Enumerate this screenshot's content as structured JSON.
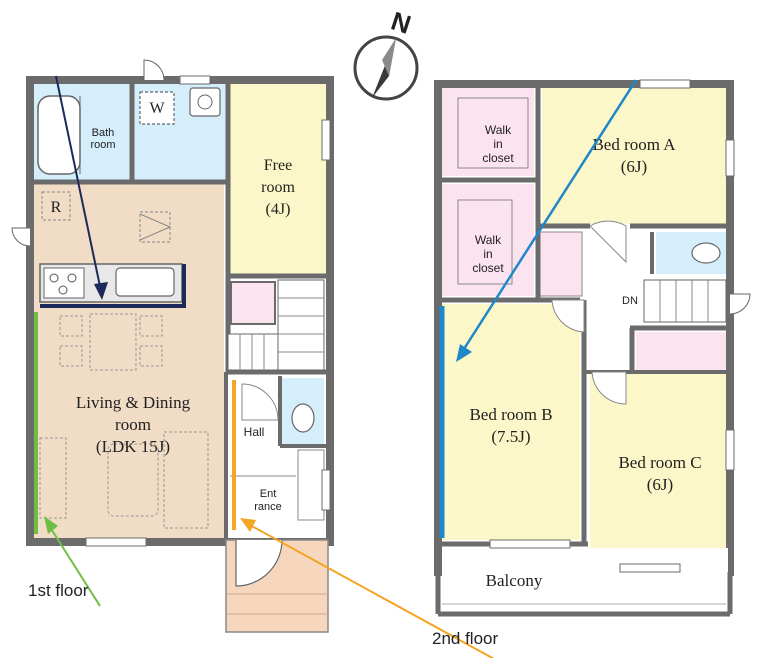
{
  "compass": {
    "label": "N"
  },
  "floor1": {
    "caption": "1st floor",
    "rooms": {
      "bath_line1": "Bath",
      "bath_line2": "room",
      "washer": "W",
      "fridge": "R",
      "free_line1": "Free",
      "free_line2": "room",
      "free_line3": "(4J)",
      "ldk_line1": "Living & Dining",
      "ldk_line2": "room",
      "ldk_line3": "(LDK 15J)",
      "hall": "Hall",
      "entrance_line1": "Ent",
      "entrance_line2": "rance"
    }
  },
  "floor2": {
    "caption": "2nd floor",
    "rooms": {
      "wic1_line1": "Walk",
      "wic1_line2": "in",
      "wic1_line3": "closet",
      "wic2_line1": "Walk",
      "wic2_line2": "in",
      "wic2_line3": "closet",
      "bedA_line1": "Bed room A",
      "bedA_line2": "(6J)",
      "bedB_line1": "Bed room B",
      "bedB_line2": "(7.5J)",
      "bedC_line1": "Bed room C",
      "bedC_line2": "(6J)",
      "stair_dn": "DN",
      "balcony": "Balcony"
    }
  },
  "colors": {
    "wall": "#6b6b6b",
    "ldk_floor": "#f1dcc6",
    "bedroom_floor": "#fbf7c8",
    "closet_floor": "#fbe3ef",
    "water_floor": "#d4eefb",
    "entry_floor": "#f6d6bc",
    "arrow_navy": "#1b2a5a",
    "arrow_green": "#6fbe44",
    "arrow_orange": "#f3a523",
    "arrow_blue": "#1e88c8"
  }
}
